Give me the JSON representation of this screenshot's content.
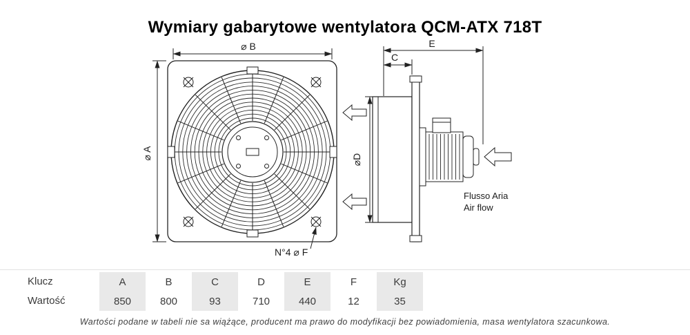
{
  "title": "Wymiary gabarytowe wentylatora QCM-ATX 718T",
  "drawing": {
    "dim_b_label": "⌀ B",
    "dim_a_label": "⌀ A",
    "dim_e_label": "E",
    "dim_c_label": "C",
    "dim_d_label": "⌀D",
    "corner_holes_label": "N°4 ⌀ F",
    "airflow_label_it": "Flusso Aria",
    "airflow_label_en": "Air flow"
  },
  "table": {
    "key_row_label": "Klucz",
    "value_row_label": "Wartość",
    "columns": [
      "A",
      "B",
      "C",
      "D",
      "E",
      "F",
      "Kg"
    ],
    "values": [
      "850",
      "800",
      "93",
      "710",
      "440",
      "12",
      "35"
    ]
  },
  "disclaimer": "Wartości podane w tabeli nie sa wiążące, producent ma prawo do modyfikacji bez powiadomienia, masa wentylatora szacunkowa.",
  "colors": {
    "line": "#222222",
    "table_stripe": "#e9e9e9",
    "text": "#3c3c3c"
  }
}
